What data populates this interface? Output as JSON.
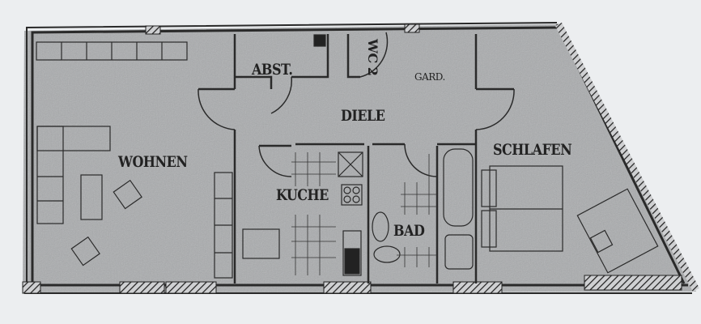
{
  "floor_plan": {
    "rooms": [
      {
        "id": "wohnen",
        "label": "WOHNEN"
      },
      {
        "id": "abst",
        "label": "ABST."
      },
      {
        "id": "wc",
        "label": "WC 2"
      },
      {
        "id": "gard",
        "label": "GARD."
      },
      {
        "id": "diele",
        "label": "DIELE"
      },
      {
        "id": "kuche",
        "label": "KUCHE"
      },
      {
        "id": "bad",
        "label": "BAD"
      },
      {
        "id": "schlafen",
        "label": "SCHLAFEN"
      }
    ],
    "colors": {
      "floor": "#a7a9ab",
      "wall": "#2a2a2a",
      "background": "#eceef0"
    }
  }
}
